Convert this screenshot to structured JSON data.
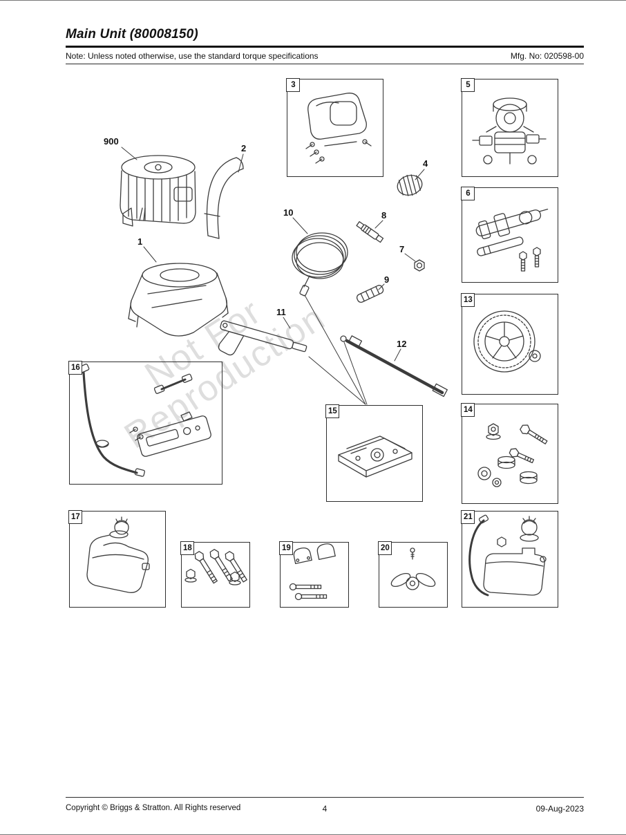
{
  "header": {
    "title": "Main Unit (80008150)",
    "note": "Note: Unless noted otherwise, use the standard torque specifications",
    "mfg": "Mfg. No: 020598-00"
  },
  "watermark": {
    "line1": "Not For",
    "line2": "Reproduction"
  },
  "callouts": {
    "engine": "900",
    "handle": "2",
    "frame": "1",
    "n3": "3",
    "n4": "4",
    "n5": "5",
    "n6": "6",
    "n7": "7",
    "n8": "8",
    "n9": "9",
    "n10": "10",
    "n11": "11",
    "n12": "12",
    "n13": "13",
    "n14": "14",
    "n15": "15",
    "n16": "16",
    "n17": "17",
    "n18": "18",
    "n19": "19",
    "n20": "20",
    "n21": "21"
  },
  "footer": {
    "copyright": "Copyright ©  Briggs & Stratton. All Rights reserved",
    "page": "4",
    "date": "09-Aug-2023"
  }
}
